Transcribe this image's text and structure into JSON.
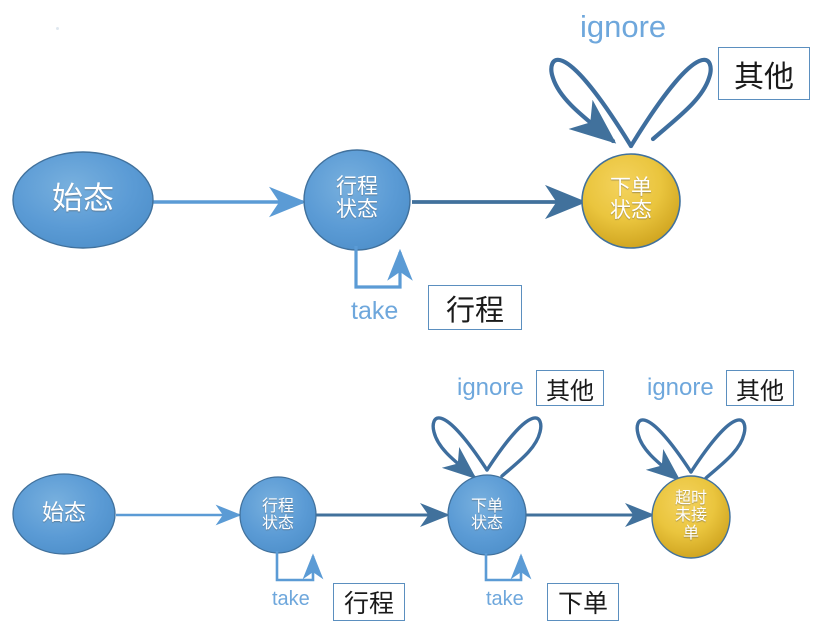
{
  "diagram": {
    "title": "",
    "type": "state-machine",
    "background_color": "#ffffff",
    "colors": {
      "node_blue_fill": "#5B9BD5",
      "node_blue_stroke": "#41719C",
      "node_yellow_fill": "#E8C13C",
      "node_yellow_stroke": "#41719C",
      "arrow_light": "#5B9BD5",
      "arrow_dark": "#41719C",
      "label_blue": "#6EA7DC",
      "box_border": "#5B8FBF",
      "box_text": "#1a1a1a",
      "node_text": "#ffffff"
    }
  },
  "rows": [
    {
      "id": "row-top",
      "name": "top-state-machine",
      "nodes": [
        {
          "id": "top-start",
          "label": "始态",
          "kind": "blue"
        },
        {
          "id": "top-trip",
          "label": "行程\n状态",
          "kind": "blue"
        },
        {
          "id": "top-order",
          "label": "下单\n状态",
          "kind": "yellow"
        }
      ],
      "transitions": [
        {
          "id": "top-e1",
          "from": "top-start",
          "to": "top-trip",
          "style": "light"
        },
        {
          "id": "top-e2",
          "from": "top-trip",
          "to": "top-order",
          "style": "dark"
        }
      ],
      "self_loops": [
        {
          "id": "top-loop-take",
          "on": "top-trip",
          "action": "take",
          "token": "行程",
          "style": "bracket"
        },
        {
          "id": "top-loop-ignore",
          "on": "top-order",
          "action": "ignore",
          "token": "其他",
          "style": "arc"
        }
      ]
    },
    {
      "id": "row-bottom",
      "name": "bottom-state-machine",
      "nodes": [
        {
          "id": "bot-start",
          "label": "始态",
          "kind": "blue"
        },
        {
          "id": "bot-trip",
          "label": "行程\n状态",
          "kind": "blue"
        },
        {
          "id": "bot-order",
          "label": "下单\n状态",
          "kind": "blue"
        },
        {
          "id": "bot-timeout",
          "label": "超时\n未接\n单",
          "kind": "yellow"
        }
      ],
      "transitions": [
        {
          "id": "bot-e1",
          "from": "bot-start",
          "to": "bot-trip",
          "style": "light"
        },
        {
          "id": "bot-e2",
          "from": "bot-trip",
          "to": "bot-order",
          "style": "dark"
        },
        {
          "id": "bot-e3",
          "from": "bot-order",
          "to": "bot-timeout",
          "style": "dark"
        }
      ],
      "self_loops": [
        {
          "id": "bot-loop-take-trip",
          "on": "bot-trip",
          "action": "take",
          "token": "行程",
          "style": "bracket"
        },
        {
          "id": "bot-loop-take-order",
          "on": "bot-order",
          "action": "take",
          "token": "下单",
          "style": "bracket"
        },
        {
          "id": "bot-loop-ignore-order",
          "on": "bot-order",
          "action": "ignore",
          "token": "其他",
          "style": "arc"
        },
        {
          "id": "bot-loop-ignore-timeout",
          "on": "bot-timeout",
          "action": "ignore",
          "token": "其他",
          "style": "arc"
        }
      ]
    }
  ],
  "labels": {
    "top": {
      "start": "始态",
      "trip": "行程\n状态",
      "order": "下单\n状态",
      "ignore": "ignore",
      "other_box": "其他",
      "take": "take",
      "trip_box": "行程"
    },
    "bottom": {
      "start": "始态",
      "trip": "行程\n状态",
      "order": "下单\n状态",
      "timeout": "超时\n未接\n单",
      "ignore_order": "ignore",
      "other_box_order": "其他",
      "ignore_timeout": "ignore",
      "other_box_timeout": "其他",
      "take_trip": "take",
      "trip_box": "行程",
      "take_order": "take",
      "order_box": "下单"
    }
  }
}
